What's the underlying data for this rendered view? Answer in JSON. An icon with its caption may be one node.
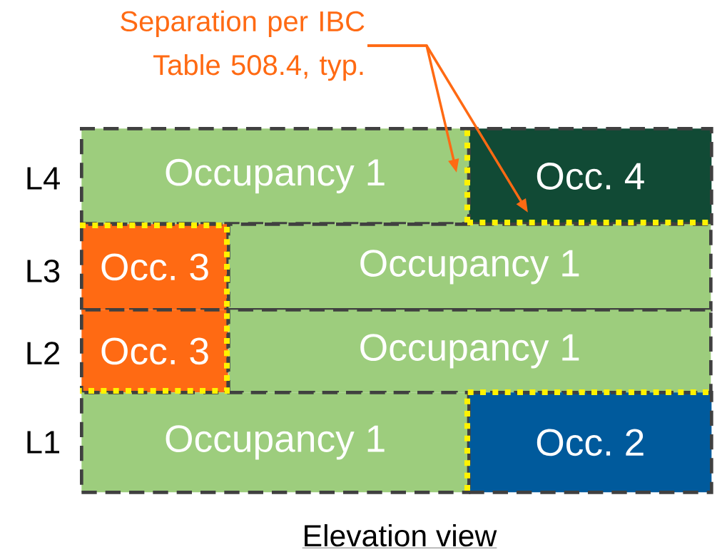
{
  "diagram": {
    "caption": "Elevation view",
    "nodes": [
      {
        "text": [
          "Separation per IBC Table 508.4, typ."
        ]
      },
      {
        "text": [
          "Occupancy 1"
        ]
      },
      {
        "text": [
          "Occ. 4"
        ]
      },
      {
        "text": [
          "Occ. 3"
        ]
      },
      {
        "text": [
          "Occupancy 1"
        ]
      },
      {
        "text": [
          "Occ. 3"
        ]
      },
      {
        "text": [
          "Occupancy 1"
        ]
      },
      {
        "text": [
          "Occupancy 1"
        ]
      },
      {
        "text": [
          "Occ. 2"
        ]
      }
    ],
    "edges": [
      {
        "from": 0,
        "to": 1,
        "arrow": "to",
        "color": "#ff6a13"
      },
      {
        "from": 0,
        "to": 2,
        "arrow": "to",
        "color": "#ff6a13"
      }
    ],
    "labels": [
      "L4",
      "L3",
      "L2",
      "L1"
    ]
  }
}
